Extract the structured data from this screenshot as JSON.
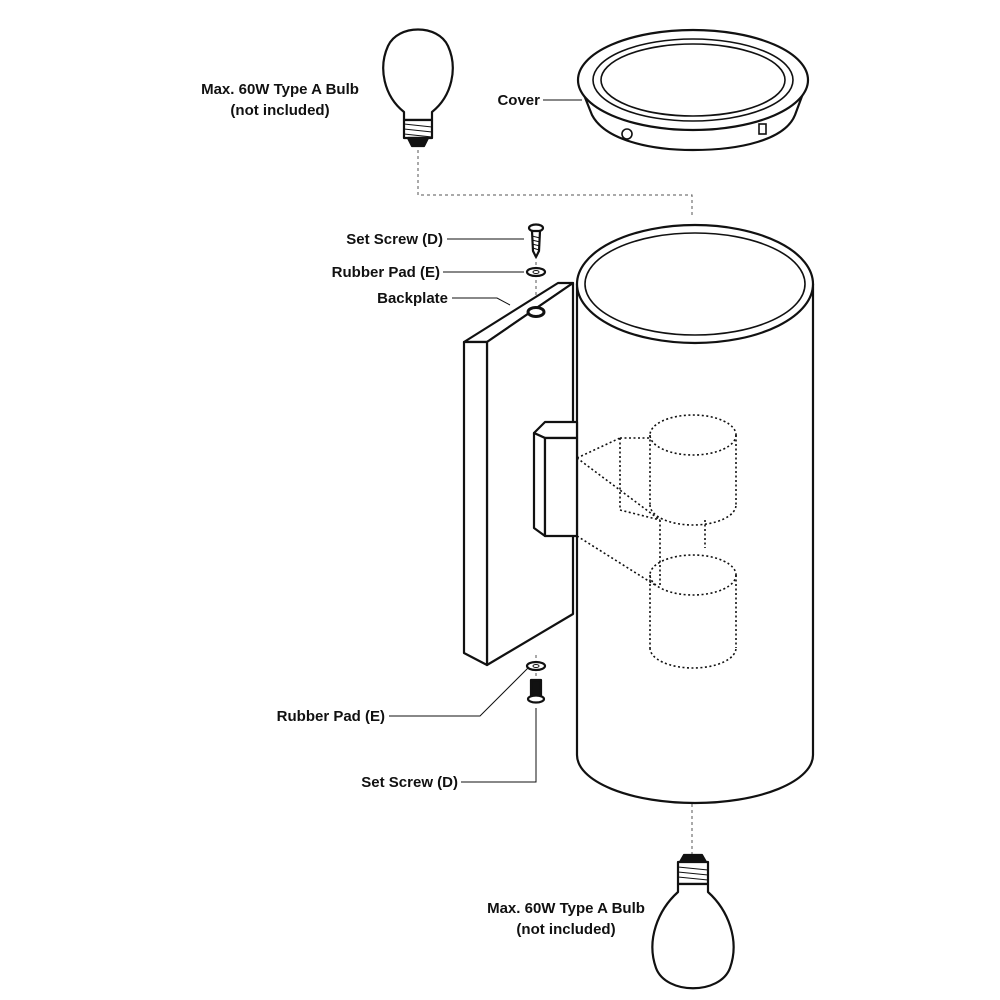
{
  "labels": {
    "bulb_top": [
      "Max. 60W Type A Bulb",
      "(not included)"
    ],
    "cover": "Cover",
    "set_screw_top": "Set Screw (D)",
    "rubber_pad_top": "Rubber Pad (E)",
    "backplate": "Backplate",
    "rubber_pad_bottom": "Rubber Pad (E)",
    "set_screw_bottom": "Set Screw (D)",
    "bulb_bottom": [
      "Max. 60W Type A Bulb",
      "(not included)"
    ]
  },
  "colors": {
    "line": "#111111",
    "background": "#ffffff",
    "guide": "#555555"
  }
}
